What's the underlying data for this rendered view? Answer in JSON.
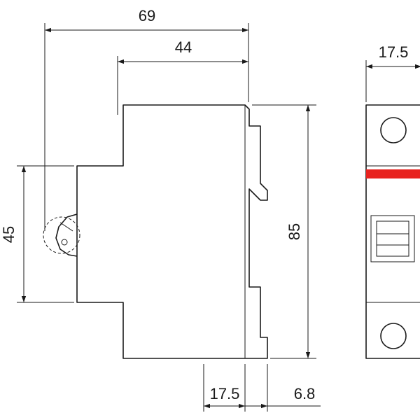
{
  "dimensions": {
    "overall_depth": "69",
    "front_depth": "44",
    "module_width": "17.5",
    "front_height": "45",
    "overall_height": "85",
    "bottom_width": "17.5",
    "bottom_offset": "6.8"
  },
  "colors": {
    "stroke": "#1a1a1a",
    "indicator": "#e8231f",
    "background": "#ffffff"
  }
}
